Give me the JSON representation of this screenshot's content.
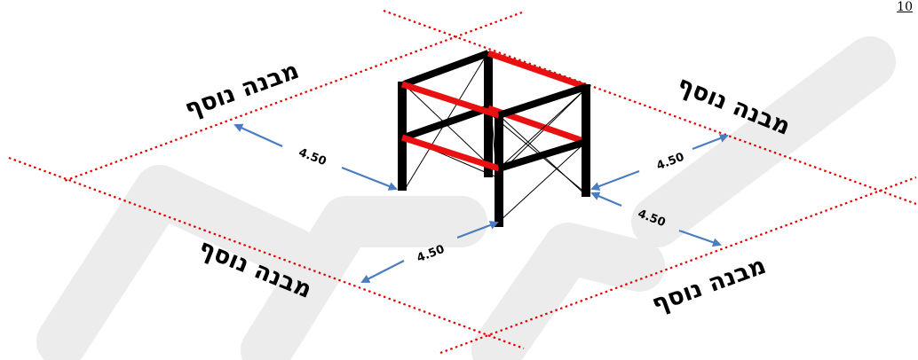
{
  "page_number": "10",
  "watermark_text": "טוטה",
  "labels": {
    "building_left": "מבנה נוסף",
    "building_right": "מבנה נוסף",
    "building_bottom_left": "מבנה נוסף",
    "building_bottom_right": "מבנה נוסף"
  },
  "dimensions": {
    "left": "4.50",
    "front": "4.50",
    "right_upper": "4.50",
    "right_lower": "4.50"
  },
  "colors": {
    "dotted_lines": "#e30000",
    "columns": "#000000",
    "beams": "#e81010",
    "arrows": "#4a7cc0",
    "watermark": "#ececec"
  }
}
